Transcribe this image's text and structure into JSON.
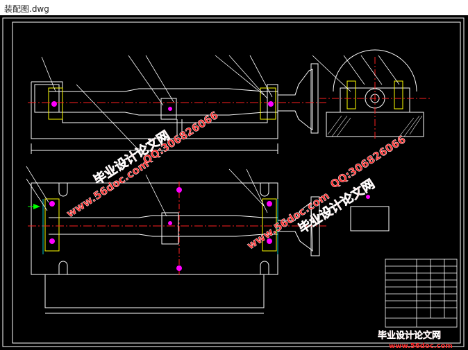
{
  "window": {
    "title": "装配图.dwg"
  },
  "watermarks": {
    "brand": "毕业设计论文网",
    "qq": "QQ:306826066",
    "site": "www.56doc.com"
  },
  "colors": {
    "background": "#000000",
    "line": "#ffffff",
    "red": "#ff2020",
    "yellow": "#ffff00",
    "magenta": "#ff00ff",
    "cyan": "#00c8c8",
    "green": "#00ff00",
    "watermark_red": "#ff2a2a"
  }
}
